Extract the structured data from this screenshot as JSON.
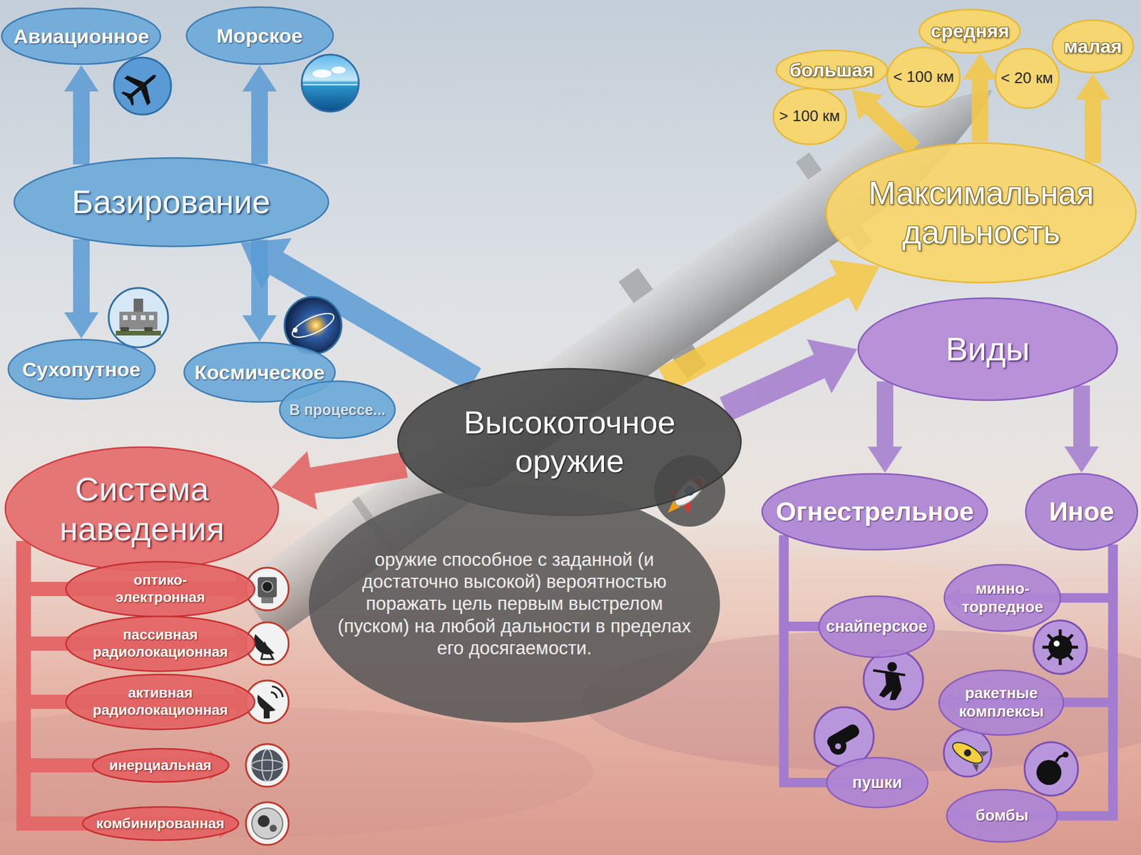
{
  "diagram": {
    "nodes": [
      {
        "text": [
          "Базирование"
        ]
      },
      {
        "text": [
          "Авиационное"
        ]
      },
      {
        "text": [
          "Морское"
        ]
      },
      {
        "text": [
          "Сухопутное"
        ]
      },
      {
        "text": [
          "Космическое"
        ]
      },
      {
        "text": [
          "В процессе..."
        ]
      },
      {
        "text": [
          "Высокоточное оружие"
        ]
      },
      {
        "text": [
          "оружие способное с заданной (и достаточно высокой) вероятностью поражать цель первым выстрелом (пуском) на любой дальности в пределах его досягаемости."
        ]
      },
      {
        "text": [
          "Максимальная дальность"
        ]
      },
      {
        "text": [
          "большая"
        ]
      },
      {
        "text": [
          "> 100 км"
        ]
      },
      {
        "text": [
          "средняя"
        ]
      },
      {
        "text": [
          "< 100 км"
        ]
      },
      {
        "text": [
          "малая"
        ]
      },
      {
        "text": [
          "< 20 км"
        ]
      },
      {
        "text": [
          "Виды"
        ]
      },
      {
        "text": [
          "Огнестрельное"
        ]
      },
      {
        "text": [
          "Иное"
        ]
      },
      {
        "text": [
          "снайперское"
        ]
      },
      {
        "text": [
          "пушки"
        ]
      },
      {
        "text": [
          "минно- торпедное"
        ]
      },
      {
        "text": [
          "ракетные комплексы"
        ]
      },
      {
        "text": [
          "бомбы"
        ]
      },
      {
        "text": [
          "Система наведения"
        ]
      },
      {
        "text": [
          "оптико- электронная"
        ]
      },
      {
        "text": [
          "пассивная радиолокационная"
        ]
      },
      {
        "text": [
          "активная радиолокационная"
        ]
      },
      {
        "text": [
          "инерциальная"
        ]
      },
      {
        "text": [
          "комбинированная"
        ]
      }
    ],
    "edges": [
      {
        "from": 6,
        "to": 0,
        "arrow": "to"
      },
      {
        "from": 0,
        "to": 1,
        "arrow": "to"
      },
      {
        "from": 0,
        "to": 2,
        "arrow": "to"
      },
      {
        "from": 0,
        "to": 3,
        "arrow": "to"
      },
      {
        "from": 0,
        "to": 4,
        "arrow": "to"
      },
      {
        "from": 6,
        "to": 8,
        "arrow": "to"
      },
      {
        "from": 8,
        "to": 9,
        "arrow": "to"
      },
      {
        "from": 8,
        "to": 11,
        "arrow": "to"
      },
      {
        "from": 8,
        "to": 13,
        "arrow": "to"
      },
      {
        "from": 6,
        "to": 15,
        "arrow": "to"
      },
      {
        "from": 15,
        "to": 16,
        "arrow": "to"
      },
      {
        "from": 15,
        "to": 17,
        "arrow": "to"
      },
      {
        "from": 16,
        "to": 18,
        "arrow": "to"
      },
      {
        "from": 16,
        "to": 19,
        "arrow": "to"
      },
      {
        "from": 17,
        "to": 20,
        "arrow": "to"
      },
      {
        "from": 17,
        "to": 21,
        "arrow": "to"
      },
      {
        "from": 17,
        "to": 22,
        "arrow": "to"
      },
      {
        "from": 6,
        "to": 23,
        "arrow": "to"
      },
      {
        "from": 23,
        "to": 24,
        "arrow": "to"
      },
      {
        "from": 23,
        "to": 25,
        "arrow": "to"
      },
      {
        "from": 23,
        "to": 26,
        "arrow": "to"
      },
      {
        "from": 23,
        "to": 27,
        "arrow": "to"
      },
      {
        "from": 23,
        "to": 28,
        "arrow": "to"
      }
    ]
  }
}
